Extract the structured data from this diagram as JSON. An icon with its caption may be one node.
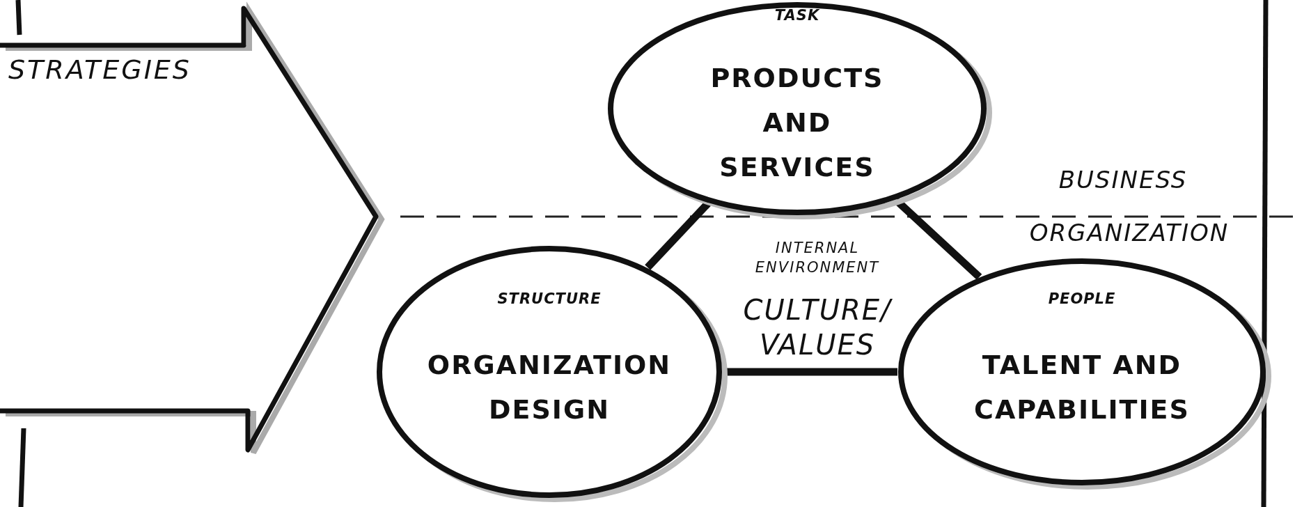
{
  "diagram": {
    "nodes": [
      {
        "text": [
          "STRATEGIES"
        ]
      },
      {
        "text": [
          "TASK",
          "PRODUCTS AND SERVICES"
        ]
      },
      {
        "text": [
          "STRUCTURE",
          "ORGANIZATION DESIGN"
        ]
      },
      {
        "text": [
          "PEOPLE",
          "TALENT AND CAPABILITIES"
        ]
      }
    ],
    "edges": [
      {
        "from": 1,
        "to": 2,
        "arrow": "none"
      },
      {
        "from": 1,
        "to": 3,
        "arrow": "none"
      },
      {
        "from": 2,
        "to": 3,
        "arrow": "none"
      }
    ],
    "labels": [
      "BUSINESS",
      "ORGANIZATION",
      "INTERNAL ENVIRONMENT",
      "CULTURE/ VALUES"
    ]
  }
}
